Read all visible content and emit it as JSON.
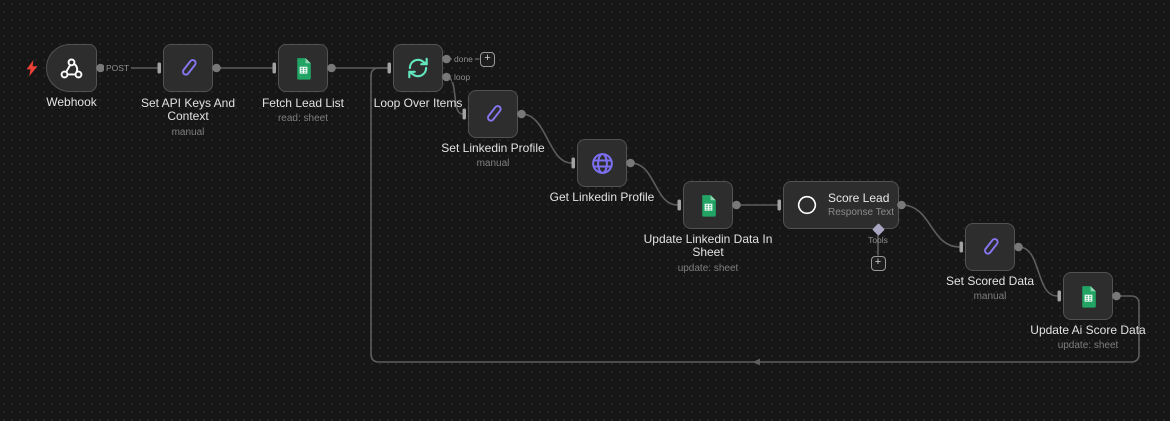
{
  "app": {
    "name": "workflow-editor-canvas",
    "theme": "dark"
  },
  "colors": {
    "canvas_bg": "#161616",
    "node_bg": "#2d2d2d",
    "node_border": "#525252",
    "edge": "#5d5d5d",
    "accent_purple": "#8577f0",
    "accent_green": "#21A464",
    "accent_mint": "#63E6BE",
    "trigger_bolt_red": "#ef4136",
    "icon_white": "#ffffff"
  },
  "nodes": [
    {
      "label": "Webhook",
      "icon": "webhook-icon",
      "type": "trigger",
      "output_label": "POST"
    },
    {
      "label": "Set API Keys And Context",
      "sublabel": "manual",
      "icon": "edit-pen-icon",
      "type": "set"
    },
    {
      "label": "Fetch Lead List",
      "sublabel": "read: sheet",
      "icon": "google-sheets-icon",
      "type": "google-sheets"
    },
    {
      "label": "Loop Over Items",
      "icon": "loop-icon",
      "type": "split-in-batches",
      "outputs": [
        "done",
        "loop"
      ]
    },
    {
      "label": "Set Linkedin Profile",
      "sublabel": "manual",
      "icon": "edit-pen-icon",
      "type": "set"
    },
    {
      "label": "Get Linkedin Profile",
      "icon": "http-globe-icon",
      "type": "http-request"
    },
    {
      "label": "Update Linkedin Data In Sheet",
      "sublabel": "update: sheet",
      "icon": "google-sheets-icon",
      "type": "google-sheets"
    },
    {
      "label": "Score Lead",
      "sublabel": "Response Text",
      "icon": "openai-icon",
      "type": "openai",
      "tool_port_label": "Tools"
    },
    {
      "label": "Set Scored Data",
      "sublabel": "manual",
      "icon": "edit-pen-icon",
      "type": "set"
    },
    {
      "label": "Update Ai Score Data",
      "sublabel": "update: sheet",
      "icon": "google-sheets-icon",
      "type": "google-sheets"
    }
  ],
  "port_labels": {
    "post": "POST",
    "done": "done",
    "loop": "loop",
    "tools": "Tools"
  },
  "connections": [
    {
      "from": "Webhook",
      "to": "Set API Keys And Context",
      "label": "POST"
    },
    {
      "from": "Set API Keys And Context",
      "to": "Fetch Lead List"
    },
    {
      "from": "Fetch Lead List",
      "to": "Loop Over Items"
    },
    {
      "from": "Loop Over Items",
      "port": "done",
      "to": "add-node-plus"
    },
    {
      "from": "Loop Over Items",
      "port": "loop",
      "to": "Set Linkedin Profile"
    },
    {
      "from": "Set Linkedin Profile",
      "to": "Get Linkedin Profile"
    },
    {
      "from": "Get Linkedin Profile",
      "to": "Update Linkedin Data In Sheet"
    },
    {
      "from": "Update Linkedin Data In Sheet",
      "to": "Score Lead"
    },
    {
      "from": "Score Lead",
      "to": "Set Scored Data"
    },
    {
      "from": "Score Lead",
      "port": "Tools",
      "to": "add-tool-plus"
    },
    {
      "from": "Set Scored Data",
      "to": "Update Ai Score Data"
    },
    {
      "from": "Update Ai Score Data",
      "to": "Loop Over Items",
      "route": "feedback-loop-bottom"
    }
  ]
}
